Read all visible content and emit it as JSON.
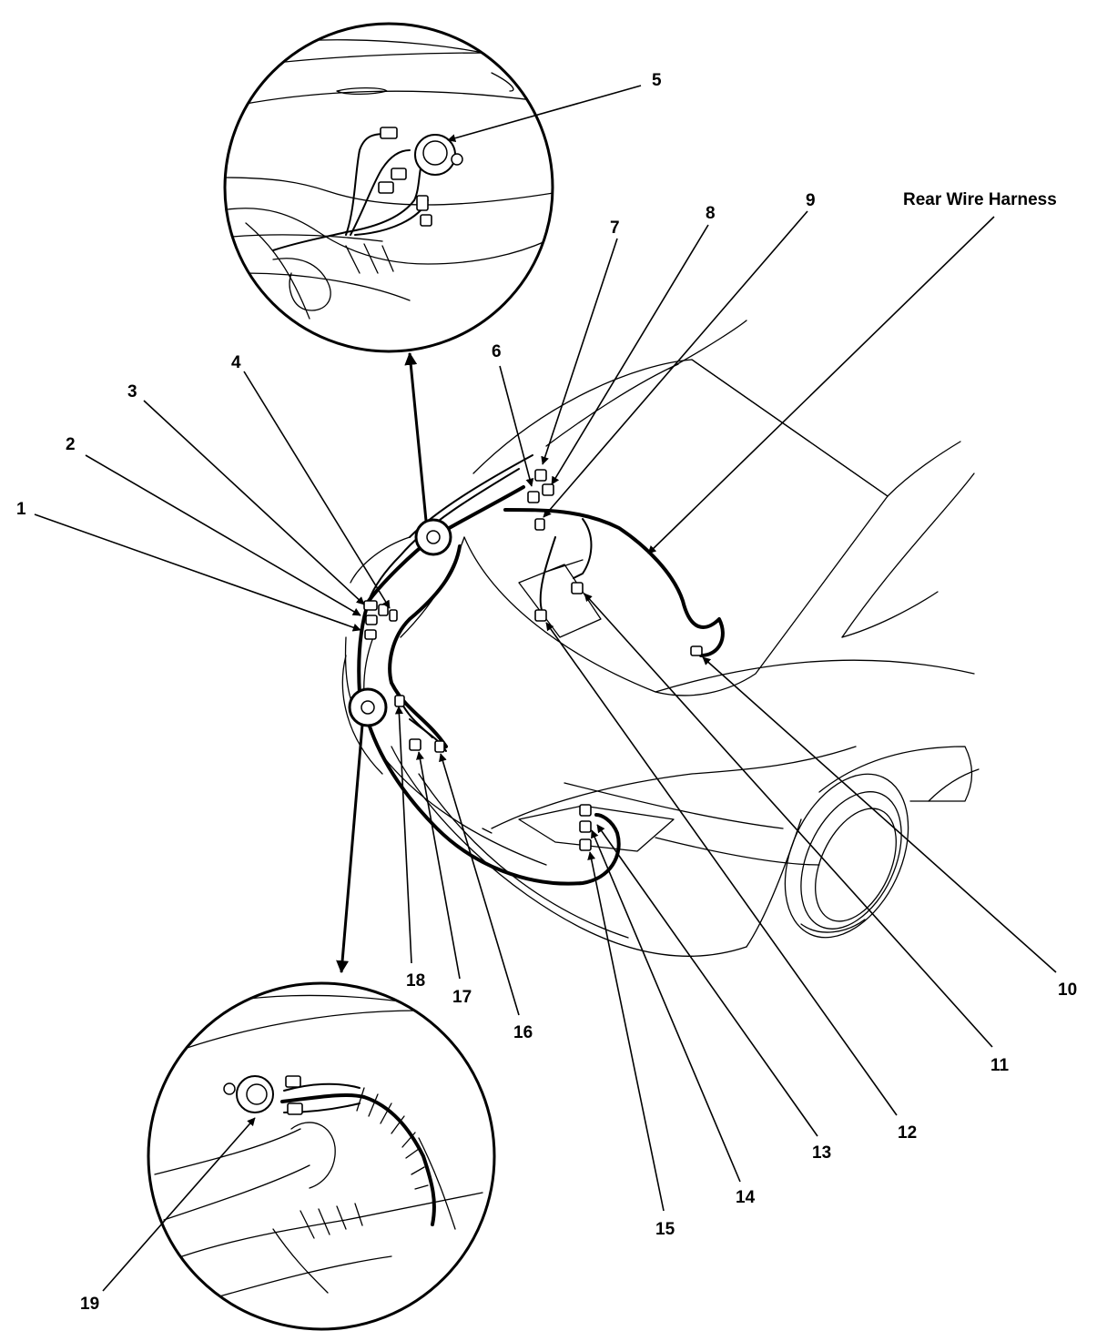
{
  "title_label": "Rear Wire Harness",
  "callouts": [
    "1",
    "2",
    "3",
    "4",
    "5",
    "6",
    "7",
    "8",
    "9",
    "10",
    "11",
    "12",
    "13",
    "14",
    "15",
    "16",
    "17",
    "18",
    "19"
  ]
}
